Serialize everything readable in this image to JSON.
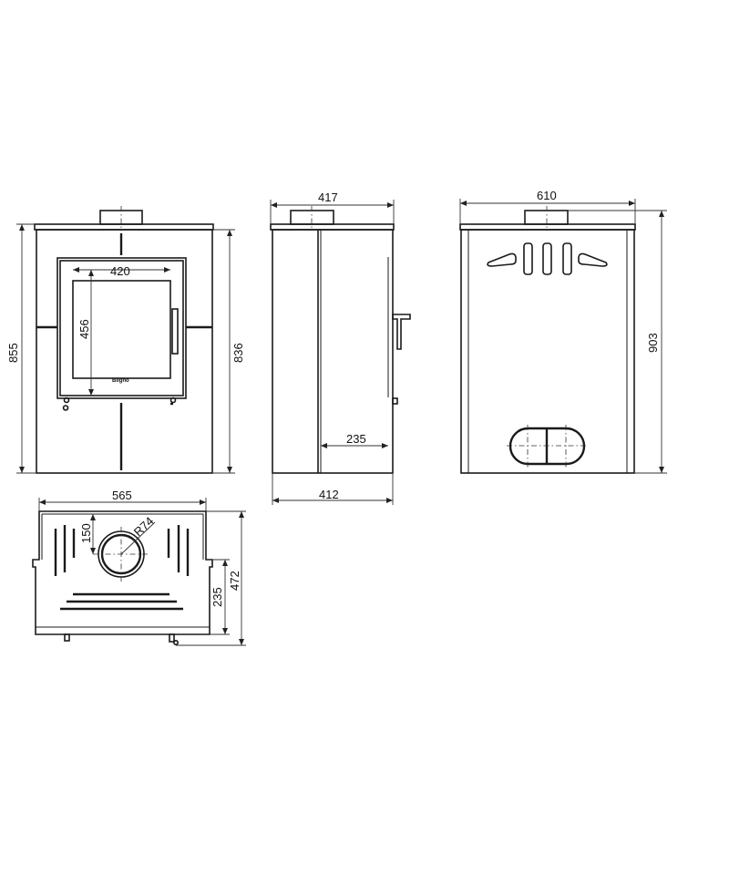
{
  "dimensions": {
    "front_height": "855",
    "front_body_height": "836",
    "glass_width": "420",
    "glass_height": "456",
    "side_depth_top": "417",
    "side_depth_bottom": "412",
    "side_flue_offset": "235",
    "back_width": "610",
    "back_height": "903",
    "top_width": "565",
    "top_flue_offset": "150",
    "top_flue_radius": "R74",
    "top_rear_offset": "235",
    "top_depth": "472"
  },
  "door": {
    "brand_text": "Bilgho"
  }
}
